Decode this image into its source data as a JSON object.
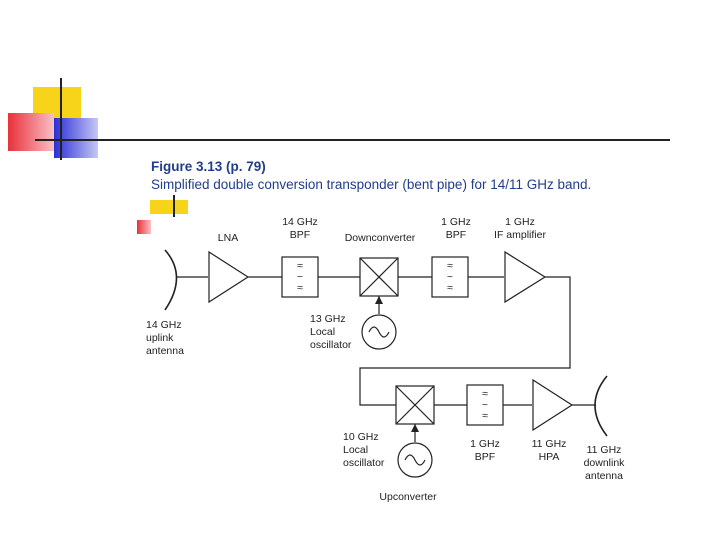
{
  "figure": {
    "title": "Figure 3.13  (p. 79)",
    "caption": "Simplified double conversion transponder (bent pipe) for 14/11 GHz band."
  },
  "labels": {
    "lna": "LNA",
    "bpf14_line1": "14 GHz",
    "bpf14_line2": "BPF",
    "downconverter": "Downconverter",
    "bpf1_line1": "1 GHz",
    "bpf1_line2": "BPF",
    "if_line1": "1 GHz",
    "if_line2": "IF amplifier",
    "lo13_line1": "13 GHz",
    "lo13_line2": "Local",
    "lo13_line3": "oscillator",
    "uplink_line1": "14 GHz",
    "uplink_line2": "uplink",
    "uplink_line3": "antenna",
    "lo10_line1": "10 GHz",
    "lo10_line2": "Local",
    "lo10_line3": "oscillator",
    "bpf1b_line1": "1 GHz",
    "bpf1b_line2": "BPF",
    "hpa_line1": "11 GHz",
    "hpa_line2": "HPA",
    "downlink_line1": "11 GHz",
    "downlink_line2": "downlink",
    "downlink_line3": "antenna",
    "upconverter": "Upconverter"
  },
  "colors": {
    "accent_yellow": "#f7d31a",
    "accent_red": "#e8303a",
    "accent_blue": "#2b2fd6",
    "title_blue": "#1f3d8a"
  }
}
